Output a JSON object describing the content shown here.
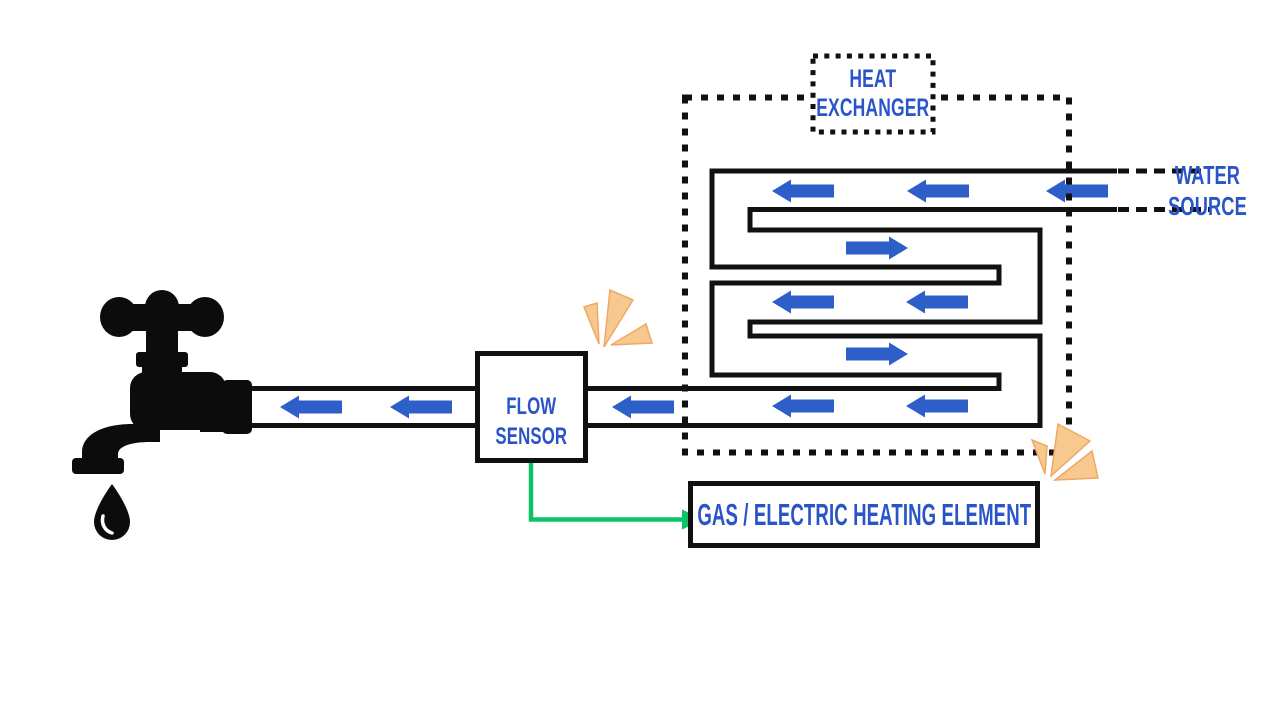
{
  "diagram": {
    "title_hint": "tankless water heater flow diagram",
    "heat_exchanger_label": "HEAT\nEXCHANGER",
    "water_source_label": "WATER SOURCE",
    "flow_sensor_label": "FLOW\nSENSOR",
    "heating_element_label": "GAS / ELECTRIC HEATING ELEMENT"
  },
  "colors": {
    "label_blue": "#2a55c8",
    "arrow_blue": "#2e5fc9",
    "line_black": "#111111",
    "signal_green": "#0ec268",
    "spark_fill": "#f7c98e",
    "spark_edge": "#f0a866",
    "background": "#ffffff"
  },
  "icons": {
    "faucet": "faucet-icon",
    "water_drop": "water-drop-icon",
    "flow_arrow_left": "flow-arrow-left-icon",
    "flow_arrow_right": "flow-arrow-right-icon",
    "spark": "spark-burst-icon"
  }
}
